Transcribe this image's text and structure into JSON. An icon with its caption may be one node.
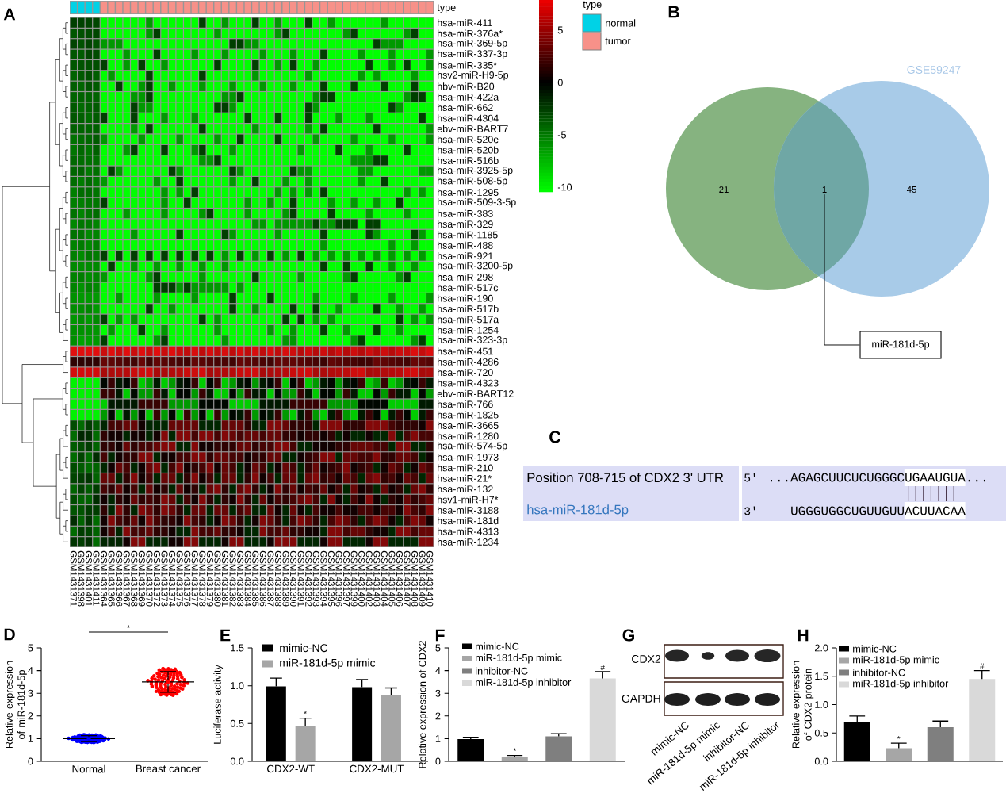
{
  "diagram": {
    "nodes": [
      {
        "text": [
          "21"
        ]
      },
      {
        "text": [
          "GSE59247",
          "45"
        ]
      },
      {
        "text": [
          "1"
        ]
      },
      {
        "text": [
          "miR-181d-5p"
        ]
      }
    ],
    "edges": [
      {
        "from": 2,
        "to": 3,
        "arrow": "none"
      }
    ],
    "labels": [
      "A",
      "type",
      "hsa-miR-411",
      "hsa-miR-376a*",
      "hsa-miR-369-5p",
      "hsa-miR-337-3p",
      "hsa-miR-335*",
      "hsv2-miR-H9-5p",
      "hbv-miR-B20",
      "hsa-miR-422a",
      "hsa-miR-662",
      "hsa-miR-4304",
      "ebv-miR-BART7",
      "hsa-miR-520e",
      "hsa-miR-520b",
      "hsa-miR-516b",
      "hsa-miR-3925-5p",
      "hsa-miR-508-5p",
      "hsa-miR-1295",
      "hsa-miR-509-3-5p",
      "hsa-miR-383",
      "hsa-miR-329",
      "hsa-miR-1185",
      "hsa-miR-488",
      "hsa-miR-921",
      "hsa-miR-3200-5p",
      "hsa-miR-298",
      "hsa-miR-517c",
      "hsa-miR-190",
      "hsa-miR-517b",
      "hsa-miR-517a",
      "hsa-miR-1254",
      "hsa-miR-323-3p",
      "hsa-miR-451",
      "hsa-miR-4286",
      "hsa-miR-720",
      "hsa-miR-4323",
      "ebv-miR-BART12",
      "hsa-miR-766",
      "hsa-miR-1825",
      "hsa-miR-3665",
      "hsa-miR-1280",
      "hsa-miR-574-5p",
      "hsa-miR-1973",
      "hsa-miR-210",
      "hsa-miR-21*",
      "hsa-miR-132",
      "hsv1-miR-H7*",
      "hsa-miR-3188",
      "hsa-miR-181d",
      "hsa-miR-4313",
      "hsa-miR-1234",
      "5",
      "0",
      "-5",
      "-10",
      "type",
      "B",
      "GSM1431371",
      "GSM1431398",
      "GSM1431401",
      "GSM1431411",
      "GSM1431364",
      "GSM1431365",
      "GSM1431366",
      "GSM1431367",
      "GSM1431368",
      "GSM1431369",
      "GSM1431370",
      "GSM1431372",
      "GSM1431373",
      "GSM1431374",
      "GSM1431375",
      "GSM1431376",
      "GSM1431377",
      "GSM1431378",
      "GSM1431379",
      "GSM1431380",
      "GSM1431381",
      "GSM1431382",
      "GSM1431383",
      "GSM1431384",
      "GSM1431385",
      "GSM1431386",
      "GSM1431387",
      "GSM1431388",
      "GSM1431389",
      "GSM1431390",
      "GSM1431391",
      "GSM1431392",
      "GSM1431393",
      "GSM1431394",
      "GSM1431395",
      "GSM1431396",
      "GSM1431397",
      "GSM1431399",
      "GSM1431400",
      "GSM1431402",
      "GSM1431403",
      "GSM1431404",
      "GSM1431405",
      "GSM1431406",
      "GSM1431407",
      "GSM1431408",
      "GSM1431409",
      "GSM1431410",
      "C",
      "Position 708-715 of CDX2 3' UTR",
      "5'",
      "...AGAGCUUCUCUGGGCUGAAUGUA...",
      "hsa-miR-181d-5p",
      "3'",
      "UGGGUGGCUGUUGUUACUUACAA",
      "D",
      "E",
      "F",
      "G",
      "CDX2",
      "GAPDH",
      "mimic-NC",
      "miR-181d-5p mimic",
      "inhibitor-NC",
      "miR-181d-5p inhibitor",
      "H"
    ],
    "legend": [
      {
        "text": "normal",
        "color": "#00d2e6"
      },
      {
        "text": "tumor",
        "color": "#f79189"
      }
    ],
    "chart_data": [
      {
        "type": "scatter",
        "ylabel": "Relative expression of miR-181d-5p",
        "categories": [
          "Normal",
          "Breast cancer"
        ],
        "series": [
          {
            "color": "#0000ff",
            "values": [
              1.0,
              null
            ]
          },
          {
            "color": "#ff0000",
            "values": [
              null,
              3.5
            ]
          }
        ],
        "ylim": [
          0,
          5
        ],
        "yticks": [
          0,
          1,
          2,
          3,
          4,
          5
        ],
        "annotations": [
          "*"
        ]
      },
      {
        "type": "bar",
        "ylabel": "Luciferase activity",
        "categories": [
          "CDX2-WT",
          "CDX2-MUT"
        ],
        "series": [
          {
            "name": "mimic-NC",
            "color": "#000000",
            "values": [
              0.99,
              0.98
            ],
            "errors": [
              0.11,
              0.1
            ]
          },
          {
            "name": "miR-181d-5p mimic",
            "color": "#a6a6a6",
            "values": [
              0.47,
              0.88
            ],
            "errors": [
              0.1,
              0.09
            ]
          }
        ],
        "ylim": [
          0,
          1.5
        ],
        "yticks": [
          {
            "value": 0,
            "label": "0.0"
          },
          {
            "value": 0.5,
            "label": "0.5"
          },
          {
            "value": 1,
            "label": "1.0"
          },
          {
            "value": 1.5,
            "label": "1.5"
          }
        ],
        "annotations": [
          "*"
        ]
      },
      {
        "type": "bar",
        "ylabel": "Relative expression of CDX2",
        "series": [
          {
            "name": "mimic-NC",
            "color": "#000000",
            "values": [
              0.98
            ],
            "errors": [
              0.08
            ]
          },
          {
            "name": "miR-181d-5p mimic",
            "color": "#a6a6a6",
            "values": [
              0.18
            ],
            "errors": [
              0.08
            ]
          },
          {
            "name": "inhibitor-NC",
            "color": "#7f7f7f",
            "values": [
              1.1
            ],
            "errors": [
              0.12
            ]
          },
          {
            "name": "miR-181d-5p inhibitor",
            "color": "#d9d9d9",
            "values": [
              3.65
            ],
            "errors": [
              0.3
            ]
          }
        ],
        "ylim": [
          0,
          5
        ],
        "yticks": [
          0,
          1,
          2,
          3,
          4,
          5
        ],
        "annotations": [
          "*",
          "#"
        ]
      },
      {
        "type": "bar",
        "ylabel": "Relative expression of CDX2 protein",
        "series": [
          {
            "name": "mimic-NC",
            "color": "#000000",
            "values": [
              0.7
            ],
            "errors": [
              0.1
            ]
          },
          {
            "name": "miR-181d-5p mimic",
            "color": "#a6a6a6",
            "values": [
              0.23
            ],
            "errors": [
              0.09
            ]
          },
          {
            "name": "inhibitor-NC",
            "color": "#7f7f7f",
            "values": [
              0.6
            ],
            "errors": [
              0.11
            ]
          },
          {
            "name": "miR-181d-5p inhibitor",
            "color": "#d9d9d9",
            "values": [
              1.45
            ],
            "errors": [
              0.15
            ]
          }
        ],
        "ylim": [
          0,
          2
        ],
        "yticks": [
          {
            "value": 0,
            "label": "0.0"
          },
          {
            "value": 0.5,
            "label": "0.5"
          },
          {
            "value": 1,
            "label": "1.0"
          },
          {
            "value": 1.5,
            "label": "1.5"
          },
          {
            "value": 2,
            "label": "2.0"
          }
        ],
        "annotations": [
          "*",
          "#"
        ]
      }
    ]
  }
}
